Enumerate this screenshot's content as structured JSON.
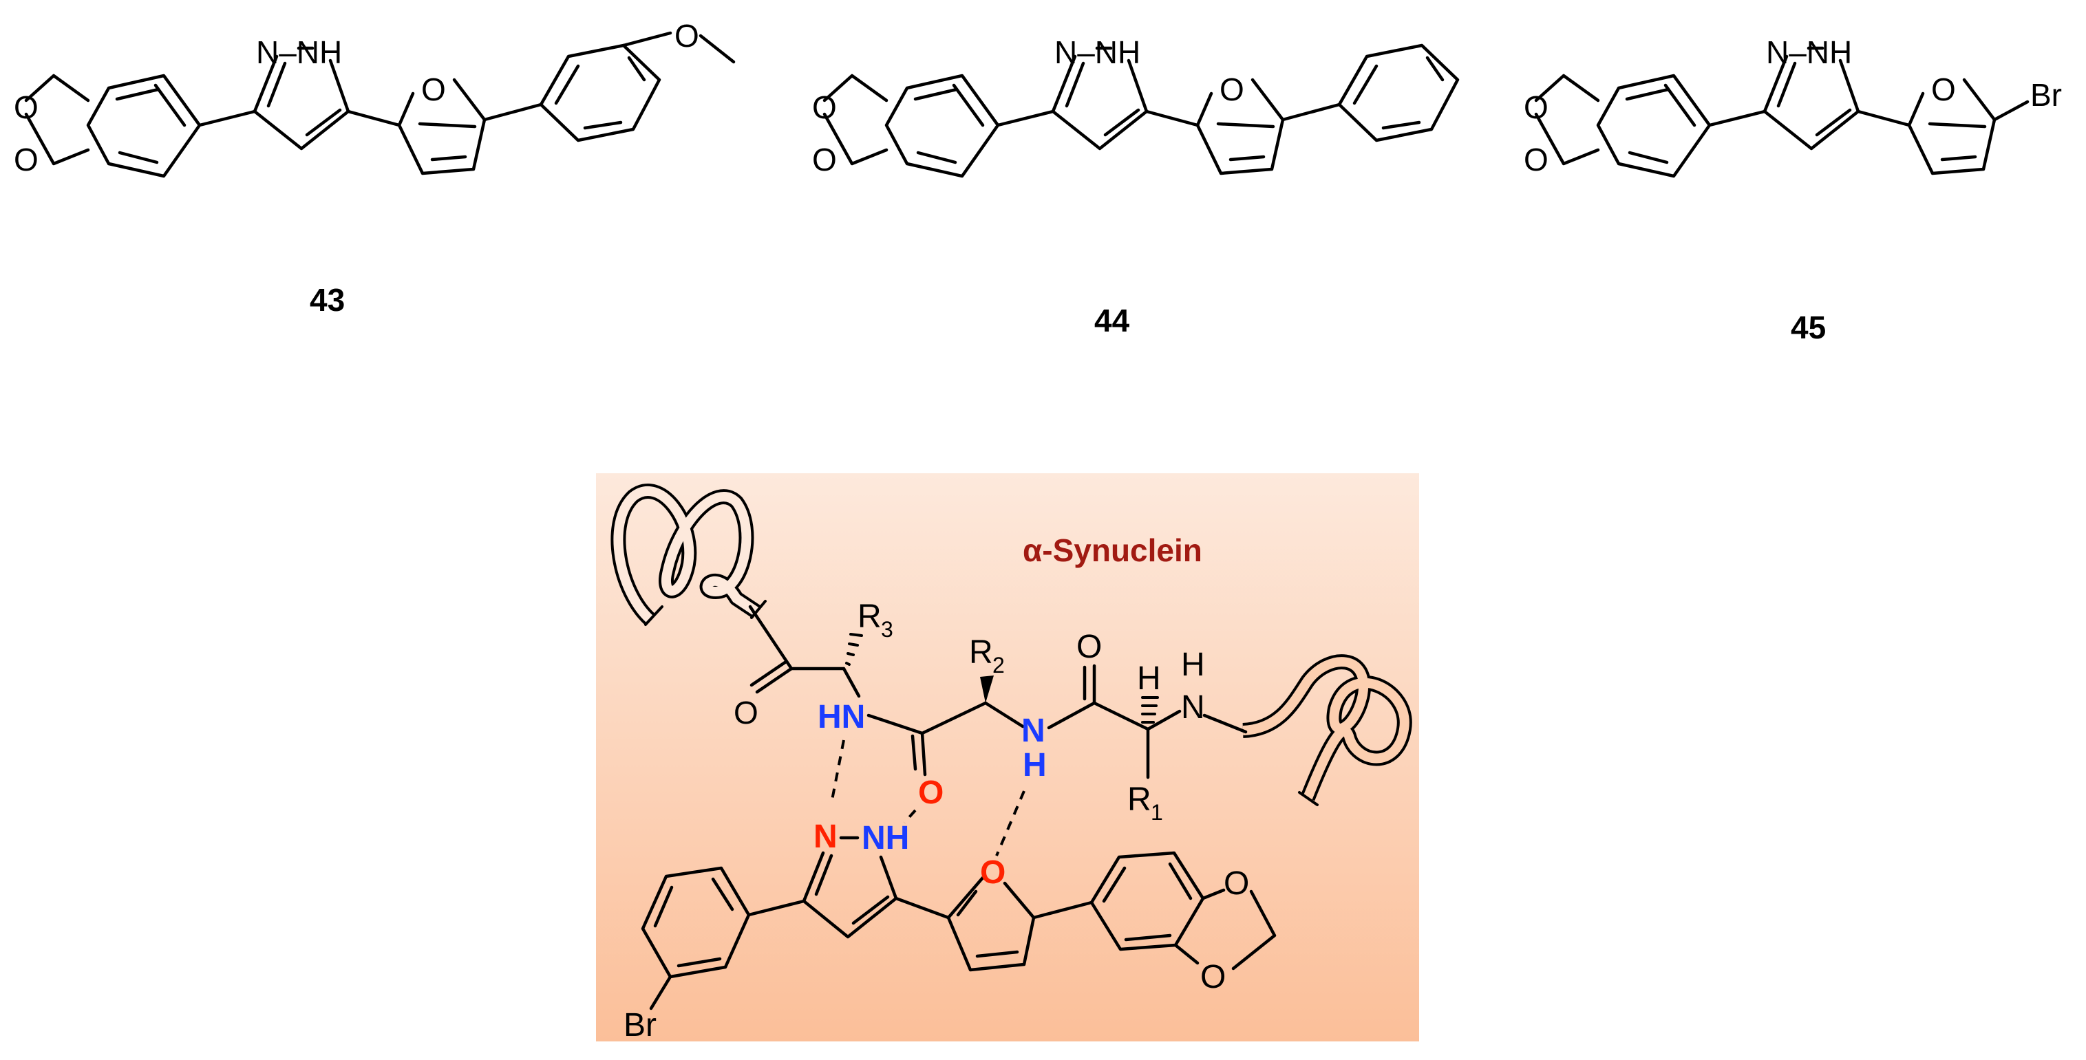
{
  "compounds": [
    {
      "label": "43",
      "nh_label": "N–NH",
      "substituent": "O"
    },
    {
      "label": "44",
      "nh_label": "N–NH"
    },
    {
      "label": "45",
      "nh_label": "N–NH",
      "substituent": "Br"
    }
  ],
  "panel": {
    "title": "α-Synuclein",
    "colors": {
      "background_top": "#fde9dc",
      "background_bottom": "#fbbf99",
      "title": "#a11a12",
      "donor_nh": "#1a3cff",
      "acceptor": "#ff2200"
    },
    "labels": {
      "r3": "R",
      "r3_sub": "3",
      "r2": "R",
      "r2_sub": "2",
      "r1": "R",
      "r1_sub": "1",
      "carbonyl_o_left": "O",
      "carbonyl_o_right": "O",
      "hn_left": "HN",
      "nh_center": "N",
      "nh_center_h": "H",
      "h_stereo": "H",
      "nh_right_n": "N",
      "nh_right_h": "H",
      "ligand_n_acceptor": "N",
      "ligand_nh": "NH",
      "ligand_furan_o": "O",
      "peptide_o_acceptor": "O",
      "bromo": "Br",
      "dioxole_o": "O"
    }
  }
}
